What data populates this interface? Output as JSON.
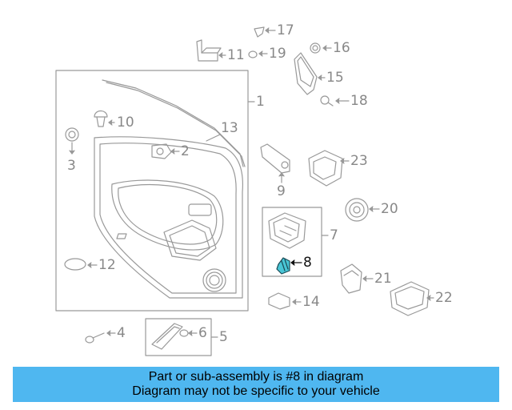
{
  "labels": {
    "l1": "1",
    "l2": "2",
    "l3": "3",
    "l4": "4",
    "l5": "5",
    "l6": "6",
    "l7": "7",
    "l8": "8",
    "l9": "9",
    "l10": "10",
    "l11": "11",
    "l12": "12",
    "l13": "13",
    "l14": "14",
    "l15": "15",
    "l16": "16",
    "l17": "17",
    "l18": "18",
    "l19": "19",
    "l20": "20",
    "l21": "21",
    "l22": "22",
    "l23": "23"
  },
  "banner": {
    "line1": "Part or sub-assembly is #8 in diagram",
    "line2": "Diagram may not be specific to your vehicle"
  },
  "colors": {
    "line": "#999999",
    "highlight_part": "#49c6d6",
    "banner": "#4fb7f0"
  }
}
